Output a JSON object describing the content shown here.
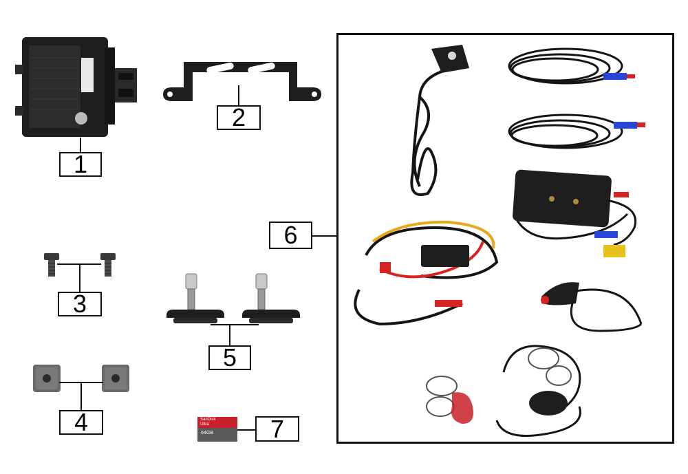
{
  "callouts": {
    "c1": "1",
    "c2": "2",
    "c3": "3",
    "c4": "4",
    "c5": "5",
    "c6": "6",
    "c7": "7"
  },
  "sd_card": {
    "brand_text": "SanDisk Ultra",
    "capacity_text": "64GB"
  },
  "colors": {
    "part_black": "#1e1e1e",
    "cable_black": "#151515",
    "connector_blue": "#2a46d8",
    "connector_red": "#d82323",
    "connector_yellow": "#e8c21a",
    "sd_red": "#c8202a",
    "hardware_gray": "#6a6a6a"
  }
}
